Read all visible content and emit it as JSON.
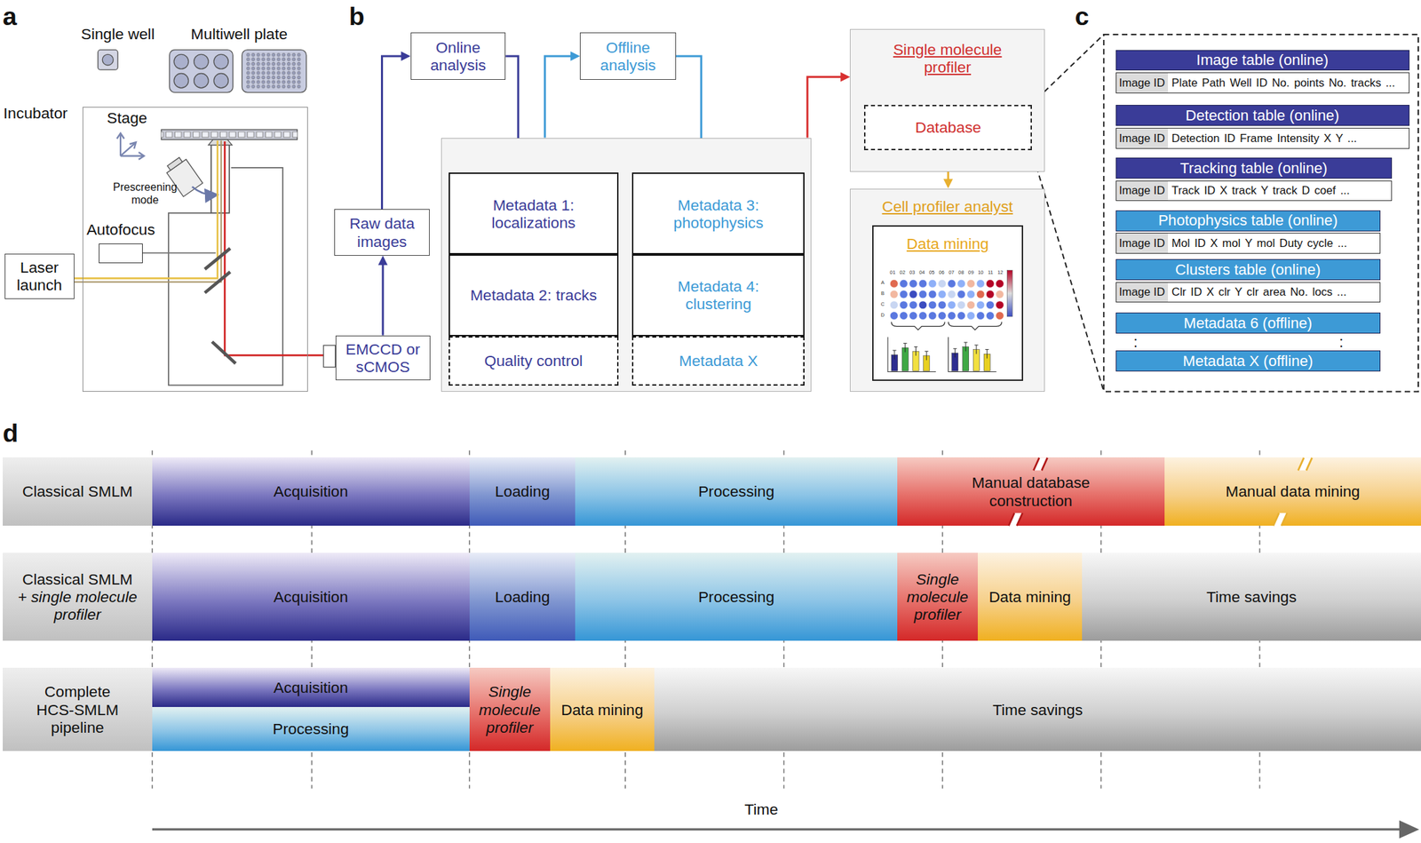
{
  "diagram": {
    "nodes": [
      {
        "text": [
          "Incubator"
        ]
      },
      {
        "text": [
          "Autofocus"
        ],
        "in": 0
      },
      {
        "text": [
          "Laser launch"
        ]
      },
      {
        "text": [
          "EMCCD or sCMOS"
        ]
      },
      {
        "text": [
          "Raw data images"
        ]
      },
      {
        "text": [
          "Online analysis"
        ]
      },
      {
        "text": [
          "Offline analysis"
        ]
      },
      {
        "text": []
      },
      {
        "text": [
          "Metadata 1: localizations"
        ],
        "in": 7
      },
      {
        "text": [
          "Metadata 2: tracks"
        ],
        "in": 7
      },
      {
        "text": [
          "Quality control"
        ],
        "in": 7
      },
      {
        "text": [
          "Metadata 3: photophysics"
        ],
        "in": 7
      },
      {
        "text": [
          "Metadata 4: clustering"
        ],
        "in": 7
      },
      {
        "text": [
          "Metadata X"
        ],
        "in": 7
      },
      {
        "text": [
          "Single molecule profiler"
        ]
      },
      {
        "text": [
          "Database"
        ],
        "in": 14
      },
      {
        "text": [
          "Cell profiler analyst"
        ]
      },
      {
        "text": [
          "Data mining"
        ],
        "in": 16
      },
      {
        "text": [
          "Image table (online)",
          "Image ID",
          "Plate Path Well ID No. points No. tracks ..."
        ]
      },
      {
        "text": [
          "Detection table (online)",
          "Image ID",
          "Detection ID Frame Intensity X Y ..."
        ]
      },
      {
        "text": [
          "Tracking table (online)",
          "Image ID",
          "Track ID X track Y track D coef ..."
        ]
      },
      {
        "text": [
          "Photophysics table (online)",
          "Image ID",
          "Mol ID X mol Y mol Duty cycle ..."
        ]
      },
      {
        "text": [
          "Clusters table (online)",
          "Image ID",
          "Clr ID X clr Y clr area No. locs ..."
        ]
      },
      {
        "text": [
          "Metadata 6 (offline)"
        ]
      },
      {
        "text": [
          "Metadata X (offline)"
        ]
      },
      {
        "text": [
          "Classical SMLM"
        ]
      },
      {
        "text": [
          "Acquisition"
        ]
      },
      {
        "text": [
          "Loading"
        ]
      },
      {
        "text": [
          "Processing"
        ]
      },
      {
        "text": [
          "Manual database construction"
        ]
      },
      {
        "text": [
          "Manual data mining"
        ]
      },
      {
        "text": [
          "Classical SMLM",
          "+ single molecule profiler"
        ]
      },
      {
        "text": [
          "Acquisition"
        ]
      },
      {
        "text": [
          "Loading"
        ]
      },
      {
        "text": [
          "Processing"
        ]
      },
      {
        "text": [
          "Single molecule profiler"
        ]
      },
      {
        "text": [
          "Data mining"
        ]
      },
      {
        "text": [
          "Time savings"
        ]
      },
      {
        "text": [
          "Complete HCS-SMLM pipeline"
        ]
      },
      {
        "text": [
          "Acquisition"
        ]
      },
      {
        "text": [
          "Processing"
        ]
      },
      {
        "text": [
          "Single molecule profiler"
        ]
      },
      {
        "text": [
          "Data mining"
        ]
      },
      {
        "text": [
          "Time savings"
        ]
      }
    ],
    "edges": [
      {
        "from": 3,
        "to": 4,
        "arrow": "to"
      },
      {
        "from": 4,
        "to": 5,
        "arrow": "to"
      },
      {
        "from": 5,
        "to": 8,
        "arrow": "to"
      },
      {
        "from": 7,
        "to": 6,
        "arrow": "to"
      },
      {
        "from": 6,
        "to": 11,
        "arrow": "to"
      },
      {
        "from": 7,
        "to": 14,
        "arrow": "to"
      },
      {
        "from": 15,
        "to": 16,
        "arrow": "to"
      }
    ],
    "labels": [
      "a",
      "Single well",
      "Multiwell plate",
      "Stage",
      "Prescreening mode",
      "b",
      "c",
      "01",
      "02",
      "03",
      "04",
      "05",
      "06",
      "07",
      "08",
      "09",
      "10",
      "11",
      "12",
      "A",
      "B",
      "C",
      "D",
      ":",
      ":",
      "d",
      "Time"
    ]
  }
}
